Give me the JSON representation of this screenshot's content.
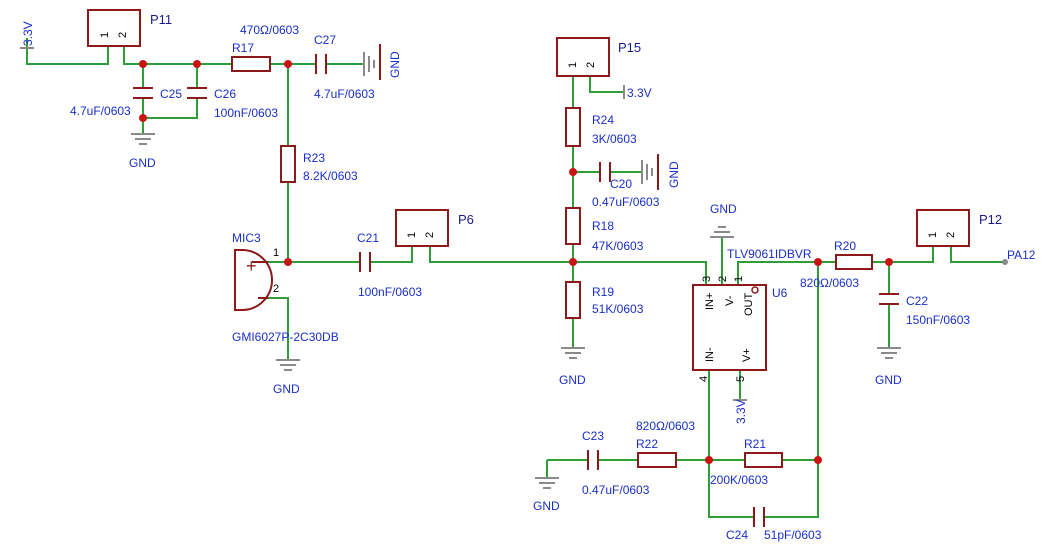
{
  "parts": {
    "p11": {
      "designator": "P11",
      "pin1": "1",
      "pin2": "2"
    },
    "p15": {
      "designator": "P15",
      "pin1": "1",
      "pin2": "2"
    },
    "p6": {
      "designator": "P6",
      "pin1": "1",
      "pin2": "2"
    },
    "p12": {
      "designator": "P12",
      "pin1": "1",
      "pin2": "2"
    },
    "r17": {
      "designator": "R17",
      "value": "470Ω/0603"
    },
    "c27": {
      "designator": "C27",
      "value": "4.7uF/0603"
    },
    "c25": {
      "designator": "C25",
      "value": "4.7uF/0603"
    },
    "c26": {
      "designator": "C26",
      "value": "100nF/0603"
    },
    "r23": {
      "designator": "R23",
      "value": "8.2K/0603"
    },
    "mic3": {
      "designator": "MIC3",
      "value": "GMI6027P-2C30DB",
      "pin1": "1",
      "pin2": "2"
    },
    "c21": {
      "designator": "C21",
      "value": "100nF/0603"
    },
    "r24": {
      "designator": "R24",
      "value": "3K/0603"
    },
    "c20": {
      "designator": "C20",
      "value": "0.47uF/0603"
    },
    "r18": {
      "designator": "R18",
      "value": "47K/0603"
    },
    "r19": {
      "designator": "R19",
      "value": "51K/0603"
    },
    "u6": {
      "designator": "U6",
      "value": "TLV9061IDBVR",
      "in_plus": "IN+",
      "v_minus": "V-",
      "out": "OUT",
      "in_minus": "IN-",
      "v_plus": "V+",
      "pin1": "1",
      "pin2": "2",
      "pin3": "3",
      "pin4": "4",
      "pin5": "5"
    },
    "r20": {
      "designator": "R20",
      "value": "820Ω/0603"
    },
    "c22": {
      "designator": "C22",
      "value": "150nF/0603"
    },
    "c23": {
      "designator": "C23",
      "value": "0.47uF/0603"
    },
    "r22": {
      "designator": "R22",
      "value": "820Ω/0603"
    },
    "r21": {
      "designator": "R21",
      "value": "200K/0603"
    },
    "c24": {
      "designator": "C24",
      "value": "51pF/0603"
    }
  },
  "nets": {
    "gnd": "GND",
    "v33": "3.3V",
    "pa12": "PA12"
  },
  "colors": {
    "wire": "#2e9d3a",
    "component": "#8c1a1a",
    "junction": "#c91414",
    "label": "#1a2fc8"
  }
}
